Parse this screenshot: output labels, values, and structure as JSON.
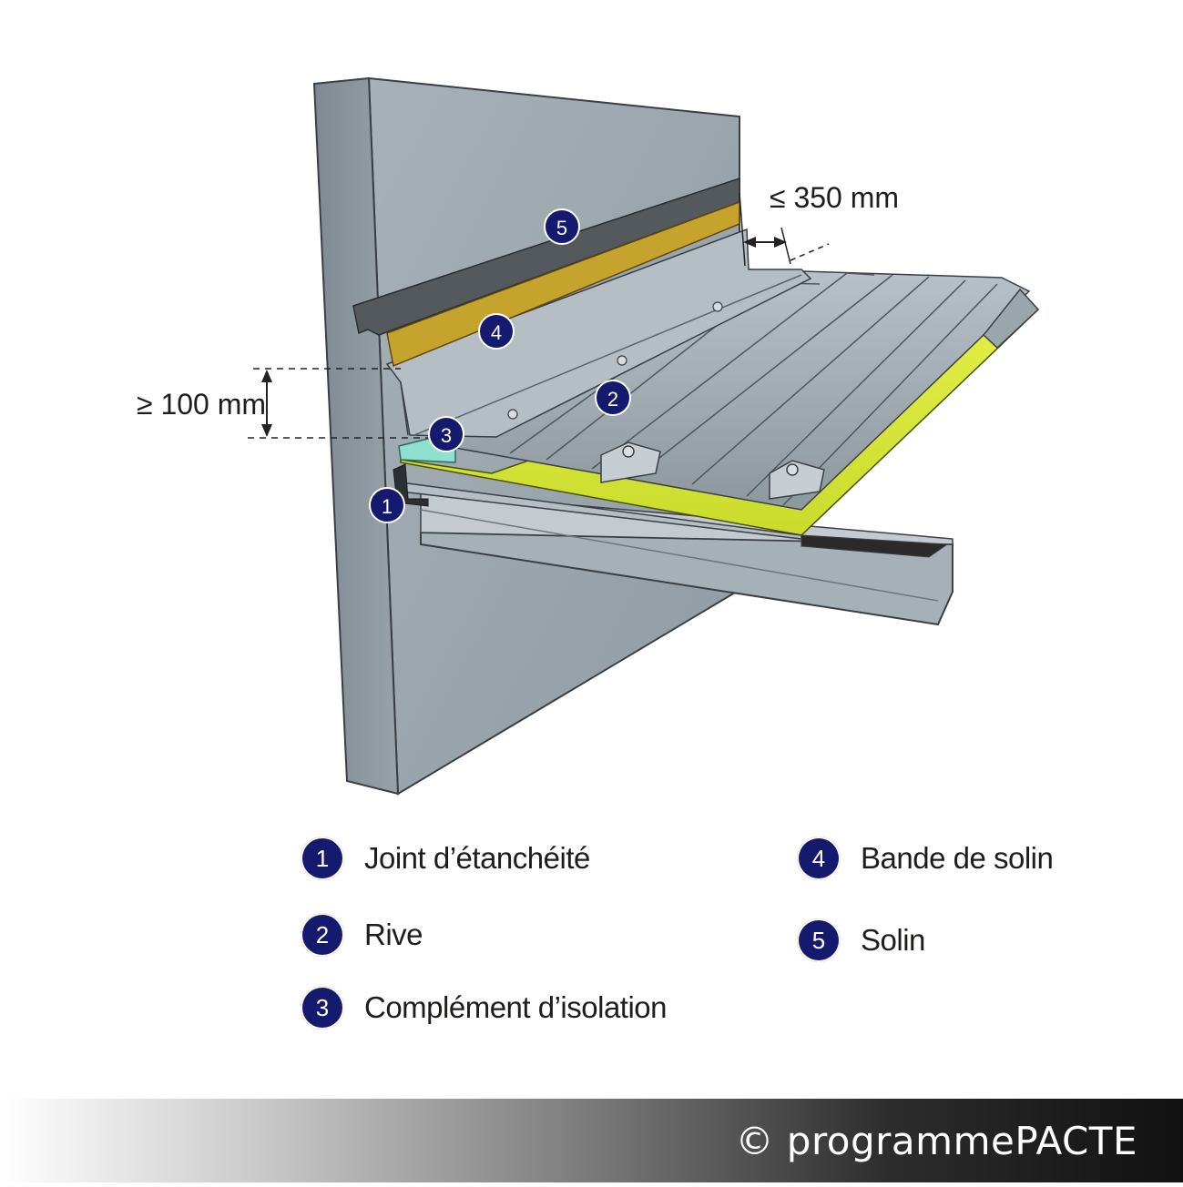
{
  "dimensions": {
    "min_height": "≥ 100 mm",
    "max_width": "≤ 350 mm"
  },
  "callouts": [
    "1",
    "2",
    "3",
    "4",
    "5"
  ],
  "legend": [
    {
      "num": "1",
      "label": "Joint d’étanchéité"
    },
    {
      "num": "2",
      "label": "Rive"
    },
    {
      "num": "3",
      "label": "Complément d’isolation"
    },
    {
      "num": "4",
      "label": "Bande de solin"
    },
    {
      "num": "5",
      "label": "Solin"
    }
  ],
  "footer": {
    "copyright": "© programmePACTE"
  },
  "colors": {
    "badge": "#151a6e",
    "wall": "#9aa4ab",
    "insulation": "#d8ea3c",
    "flashing_band": "#c4a12a",
    "metal": "#a9b3ba"
  }
}
